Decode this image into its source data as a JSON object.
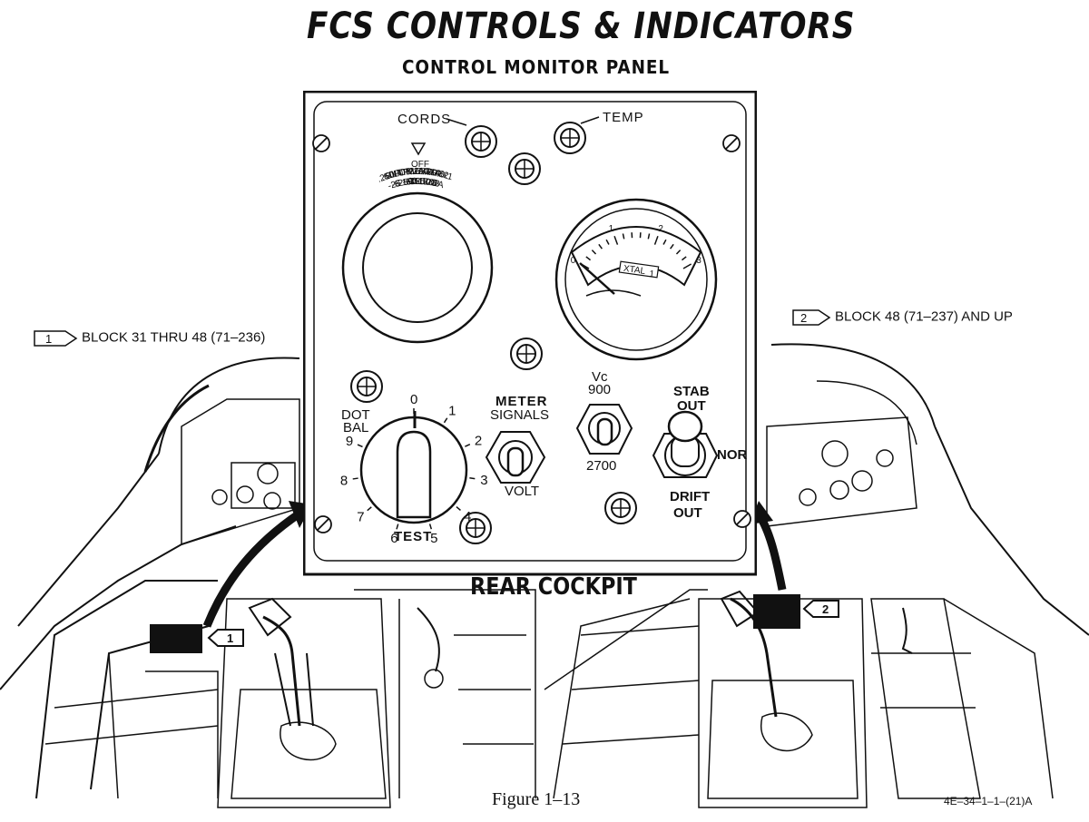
{
  "title": "FCS CONTROLS & INDICATORS",
  "subtitle": "CONTROL MONITOR PANEL",
  "callouts": {
    "left_marker": "1",
    "left_label": "BLOCK 31 THRU 48 (71–236)",
    "right_marker": "2",
    "right_label": "BLOCK 48 (71–237) AND UP"
  },
  "cockpit_label": "REAR COCKPIT",
  "caption": "Figure 1–13",
  "drawing_code": "4E–34–1–1–(21)A",
  "panel": {
    "cords": "CORDS",
    "temp": "TEMP",
    "rotary_off": "OFF",
    "rotary_positions": [
      [
        "RX1",
        "0A"
      ],
      [
        "RX2",
        "0B"
      ],
      [
        "RX3",
        "0C"
      ],
      [
        "RX4",
        "128"
      ],
      [
        "EX1",
        "16"
      ],
      [
        "EX2",
        "112"
      ],
      [
        "MAG",
        "125"
      ],
      [
        "KLY",
        "-35"
      ],
      [
        "TP1",
        "-60"
      ],
      [
        "TP2",
        "-150"
      ],
      [
        "LOB",
        "-250"
      ],
      [
        "LIN",
        "-6"
      ],
      [
        "CIR",
        "-25"
      ],
      [
        ".60",
        ""
      ],
      [
        ".250",
        ""
      ]
    ],
    "meter_scale": [
      "0",
      "1",
      "2",
      "3"
    ],
    "meter_xtal": "XTAL",
    "meter_xtal_mark": "1",
    "test_switch": {
      "label": "TEST",
      "dot_bal": "DOT",
      "dot_bal_2": "BAL",
      "positions": [
        "0",
        "1",
        "2",
        "3",
        "4",
        "5",
        "6",
        "7",
        "8",
        "9"
      ]
    },
    "meter_switch": {
      "label": "METER",
      "up": "SIGNALS",
      "down": "VOLT"
    },
    "vc_switch": {
      "label": "Vc",
      "up": "900",
      "down": "2700"
    },
    "stab_switch": {
      "up": "STAB",
      "up_2": "OUT",
      "mid": "NOR",
      "down": "DRIFT",
      "down_2": "OUT"
    }
  }
}
